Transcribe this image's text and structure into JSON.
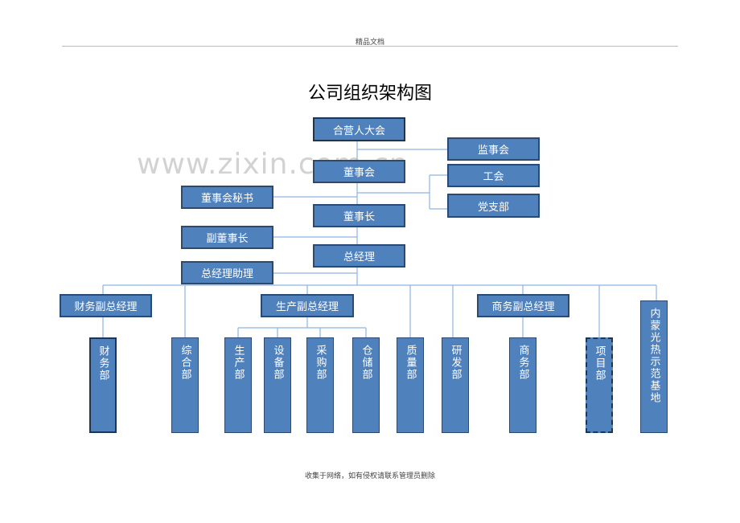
{
  "header": {
    "text": "精品文档"
  },
  "title": "公司组织架构图",
  "watermark": "www.zixin.com.cn",
  "footer": {
    "text": "收集于网络，如有侵权请联系管理员删除"
  },
  "nodes": {
    "shareholders": "合营人大会",
    "supervisors": "监事会",
    "board": "董事会",
    "union": "工会",
    "board_secretary": "董事会秘书",
    "party_branch": "党支部",
    "chairman": "董事长",
    "vice_chairman": "副董事长",
    "general_manager": "总经理",
    "gm_assistant": "总经理助理",
    "finance_vgm": "财务副总经理",
    "production_vgm": "生产副总经理",
    "business_vgm": "商务副总经理",
    "finance_dept": "财务部",
    "admin_dept": "综合部",
    "production_dept": "生产部",
    "equipment_dept": "设备部",
    "purchasing_dept": "采购部",
    "warehouse_dept": "仓储部",
    "quality_dept": "质量部",
    "rnd_dept": "研发部",
    "business_dept": "商务部",
    "project_dept": "项目部",
    "inner_mongolia_base": "内蒙光热示范基地"
  },
  "colors": {
    "box_fill": "#4f81bd",
    "box_border": "#2a4a74",
    "line": "#8eb4e3"
  }
}
